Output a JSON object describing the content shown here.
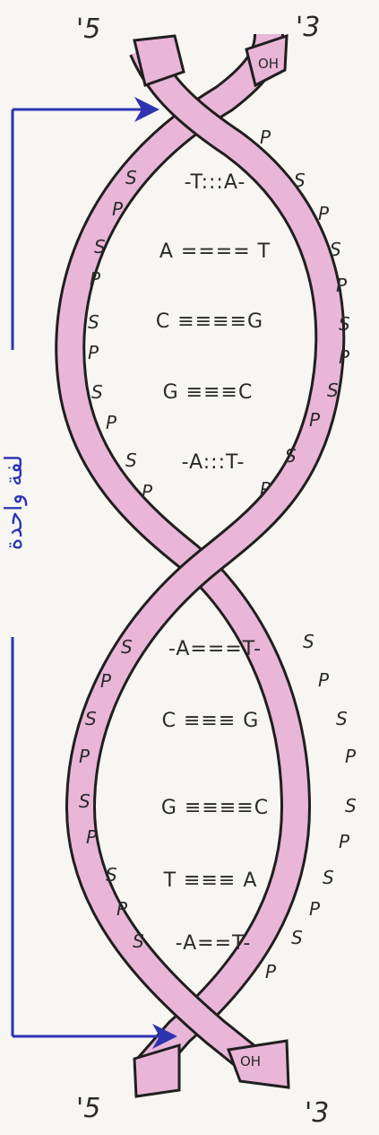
{
  "title": "",
  "ends": {
    "top_left": "'5",
    "top_right": "'3",
    "bottom_left": "'5",
    "bottom_right": "'3",
    "oh_top": "OH",
    "oh_bottom": "OH"
  },
  "turn_label": "لفة واحدة",
  "strand_units": {
    "sugar": "S",
    "phosphate": "P"
  },
  "base_pairs_upper": [
    "-T:::A-",
    "A ==== T",
    "C ≡≡≡≡G",
    "G ≡≡≡C",
    "-A:::T-"
  ],
  "base_pairs_lower": [
    "-A===T-",
    "C ≡≡≡ G",
    "G ≡≡≡≡C",
    "T ≡≡≡ A",
    "-A==T-"
  ],
  "colors": {
    "strand_fill": "#e9b6d8",
    "outline": "#1f1f1f",
    "arrow": "#2e33b0",
    "label": "#2a2fb5"
  }
}
